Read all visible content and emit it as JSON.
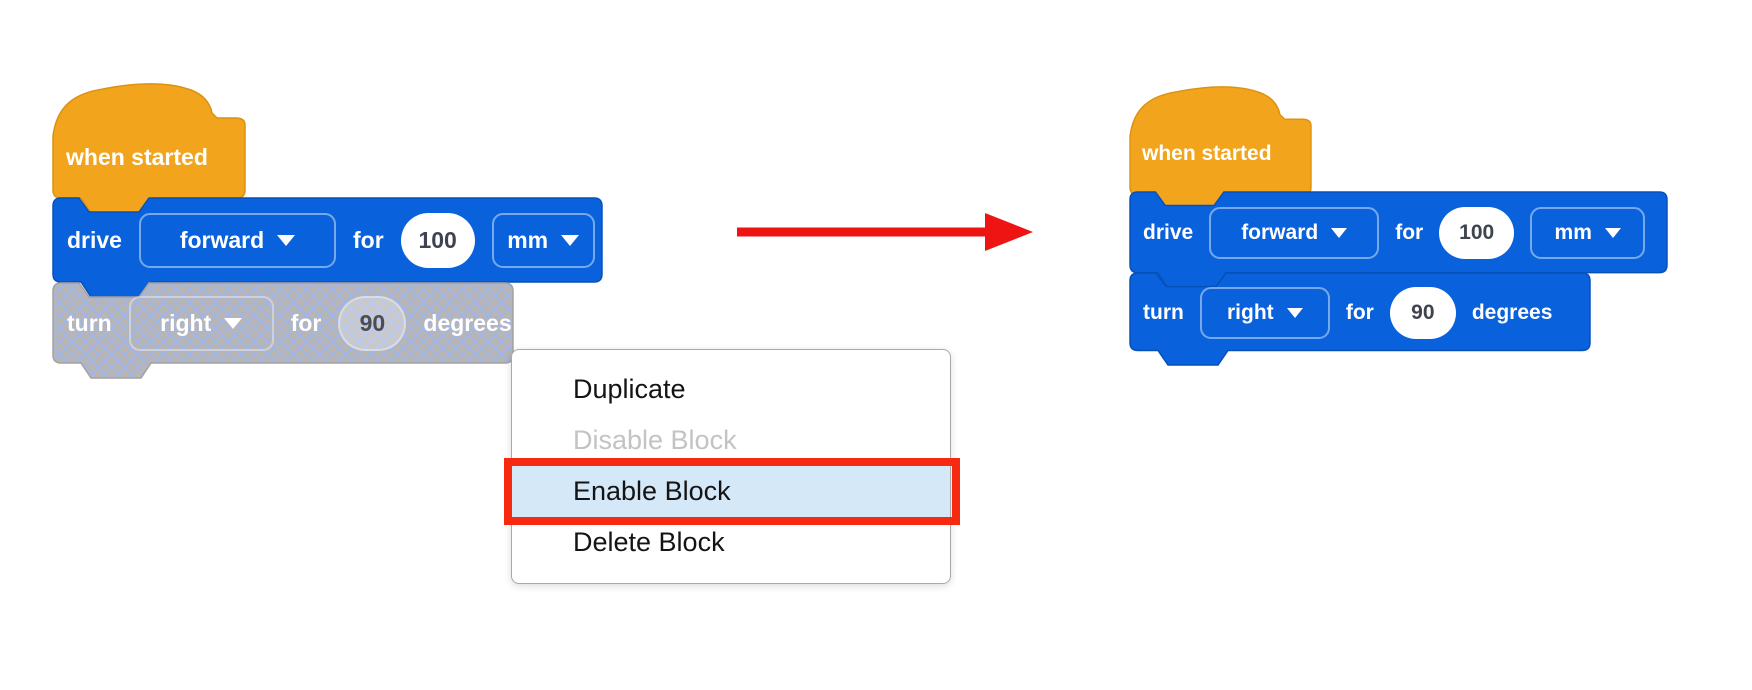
{
  "colors": {
    "block_blue": "#0a61dc",
    "block_blue_border": "#0850b9",
    "hat_orange": "#f2a41c",
    "hat_orange_border": "#db9210",
    "disabled_gray": "#b8b5b2",
    "disabled_hatch": "#a3b6e3",
    "menu_highlight_blue": "#d5e8f8",
    "annotation_red": "#f52a10",
    "arrow_red": "#ee1414",
    "number_text": "#3f4450"
  },
  "left_stack": {
    "state": "turn block disabled",
    "hat_label": "when started",
    "drive": {
      "verb": "drive",
      "direction": "forward",
      "for_label": "for",
      "distance": "100",
      "unit": "mm"
    },
    "turn": {
      "verb": "turn",
      "direction": "right",
      "for_label": "for",
      "angle": "90",
      "unit_label": "degrees"
    }
  },
  "context_menu": {
    "items": [
      {
        "label": "Duplicate",
        "state": "enabled"
      },
      {
        "label": "Disable Block",
        "state": "disabled"
      },
      {
        "label": "Enable Block",
        "state": "highlighted"
      },
      {
        "label": "Delete Block",
        "state": "enabled"
      }
    ]
  },
  "right_stack": {
    "state": "turn block enabled",
    "hat_label": "when started",
    "drive": {
      "verb": "drive",
      "direction": "forward",
      "for_label": "for",
      "distance": "100",
      "unit": "mm"
    },
    "turn": {
      "verb": "turn",
      "direction": "right",
      "for_label": "for",
      "angle": "90",
      "unit_label": "degrees"
    }
  }
}
